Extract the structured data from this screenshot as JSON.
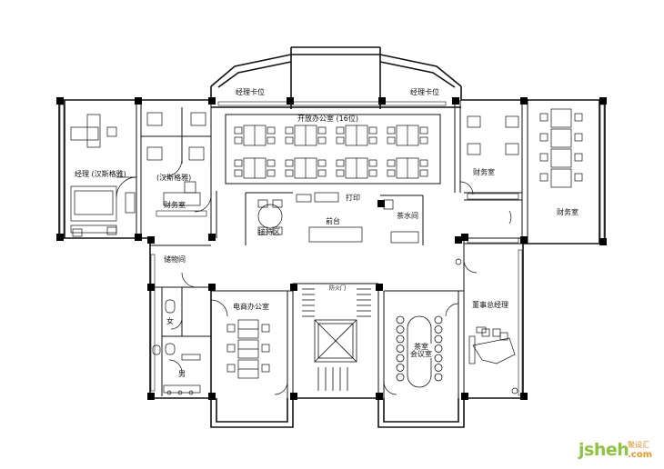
{
  "labels": {
    "manager_card_left": "经理卡位",
    "manager_card_right": "经理卡位",
    "open_office": "开放办公室 (16位)",
    "manager_hansge": "经理 (汉斯格雅)",
    "hansge": "(汉斯格雅)",
    "finance_left": "财务室",
    "print": "打印",
    "reception_area": "接待区",
    "front_desk": "前台",
    "tea_room": "茶水间",
    "finance_mid": "财务室",
    "finance_right": "财务室",
    "storage": "储物间",
    "women": "女",
    "men": "男",
    "ecommerce_office": "电商办公室",
    "fire_door": "防火门",
    "tea_room_meeting": "茶室\n会议室",
    "chairman_gm": "董事总经理"
  },
  "watermark": {
    "logo": "jsheh",
    "cn": "聚设汇",
    "domain": ".com"
  },
  "colors": {
    "wall": "#111111",
    "column": "#000000",
    "logo_green": "#8cc63f",
    "logo_orange": "#f39a1e"
  }
}
